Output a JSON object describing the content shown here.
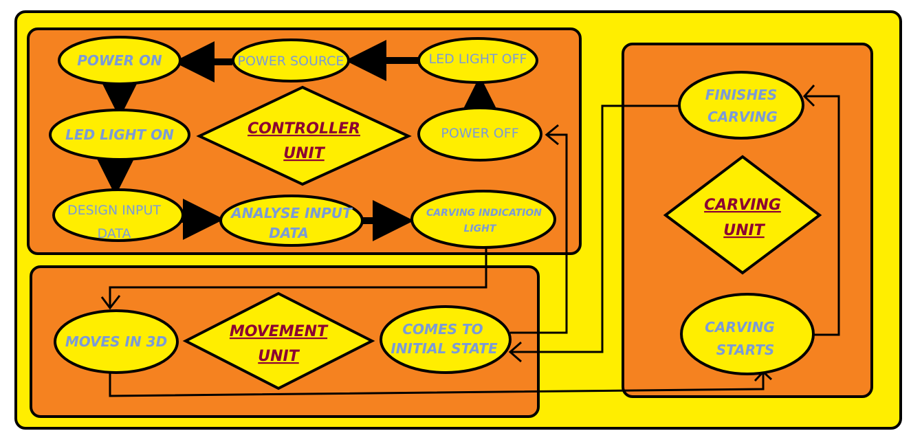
{
  "colors": {
    "background": "#ffee00",
    "panel": "#f58220",
    "node": "#ffee00",
    "text": "#7a9ad8",
    "unit_text": "#8b0033"
  },
  "controller": {
    "unit_line1": "CONTROLLER",
    "unit_line2": "UNIT",
    "power_on": "POWER ON",
    "power_source": "POWER SOURCE",
    "led_off": "LED LIGHT OFF",
    "led_on": "LED LIGHT ON",
    "power_off": "POWER OFF",
    "design_input_line1": "DESIGN INPUT",
    "design_input_line2": "DATA",
    "analyse_line1": "ANALYSE INPUT",
    "analyse_line2": "DATA",
    "carving_ind_line1": "CARVING INDICATION",
    "carving_ind_line2": "LIGHT"
  },
  "movement": {
    "unit_line1": "MOVEMENT",
    "unit_line2": "UNIT",
    "moves": "MOVES IN 3D",
    "comes_line1": "COMES TO",
    "comes_line2": "INITIAL STATE"
  },
  "carving": {
    "unit_line1": "CARVING",
    "unit_line2": "UNIT",
    "finishes_line1": "FINISHES",
    "finishes_line2": "CARVING",
    "starts_line1": "CARVING",
    "starts_line2": "STARTS"
  }
}
